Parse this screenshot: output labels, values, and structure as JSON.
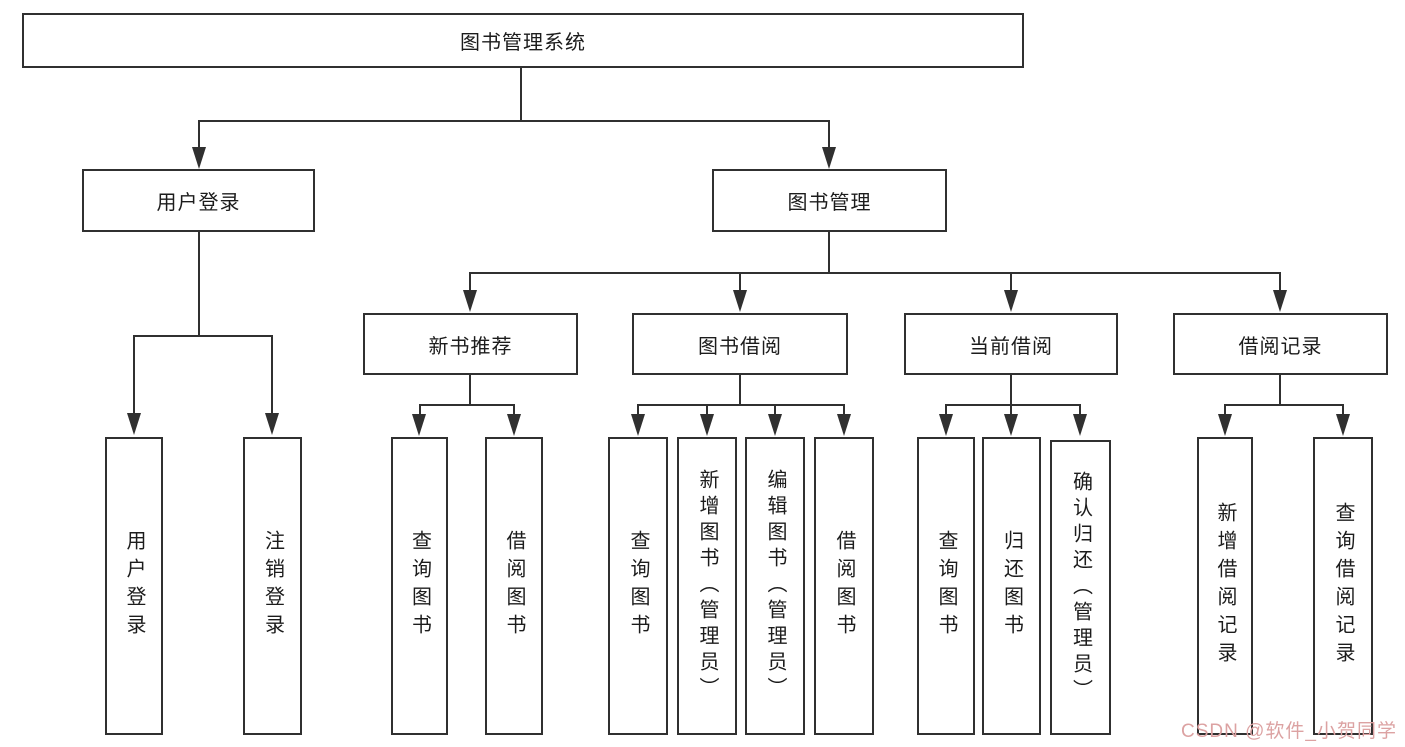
{
  "diagram": {
    "root": {
      "label": "图书管理系统"
    },
    "branches": [
      {
        "label": "用户登录",
        "children": [
          {
            "label": "用户登录"
          },
          {
            "label": "注销登录"
          }
        ]
      },
      {
        "label": "图书管理",
        "children": [
          {
            "label": "新书推荐",
            "children": [
              {
                "label": "查询图书"
              },
              {
                "label": "借阅图书"
              }
            ]
          },
          {
            "label": "图书借阅",
            "children": [
              {
                "label": "查询图书"
              },
              {
                "label": "新增图书（管理员）"
              },
              {
                "label": "编辑图书（管理员）"
              },
              {
                "label": "借阅图书"
              }
            ]
          },
          {
            "label": "当前借阅",
            "children": [
              {
                "label": "查询图书"
              },
              {
                "label": "归还图书"
              },
              {
                "label": "确认归还（管理员）"
              }
            ]
          },
          {
            "label": "借阅记录",
            "children": [
              {
                "label": "新增借阅记录"
              },
              {
                "label": "查询借阅记录"
              }
            ]
          }
        ]
      }
    ]
  },
  "watermark": {
    "text": "CSDN @软件_小贺同学",
    "color": "#dca2a2"
  },
  "colors": {
    "line": "#303030",
    "box_border": "#303030",
    "text": "#1c1c1c",
    "background": "#ffffff"
  }
}
